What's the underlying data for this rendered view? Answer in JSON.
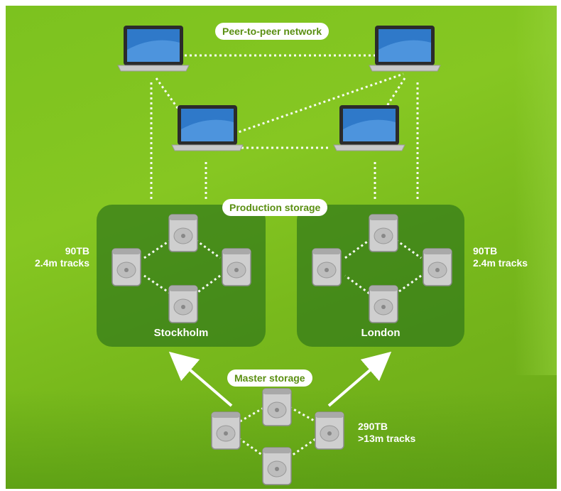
{
  "labels": {
    "p2p": "Peer-to-peer network",
    "production": "Production storage",
    "master": "Master storage"
  },
  "regions": {
    "left": {
      "city": "Stockholm",
      "size": "90TB",
      "tracks": "2.4m tracks"
    },
    "right": {
      "city": "London",
      "size": "90TB",
      "tracks": "2.4m tracks"
    }
  },
  "master": {
    "size": "290TB",
    "tracks": ">13m tracks"
  },
  "icons": {
    "computer": "laptop-icon",
    "storage": "hard-drive-icon"
  },
  "colors": {
    "background": "#7cc21f",
    "region": "#3f8a1c",
    "link": "#ffffff"
  }
}
